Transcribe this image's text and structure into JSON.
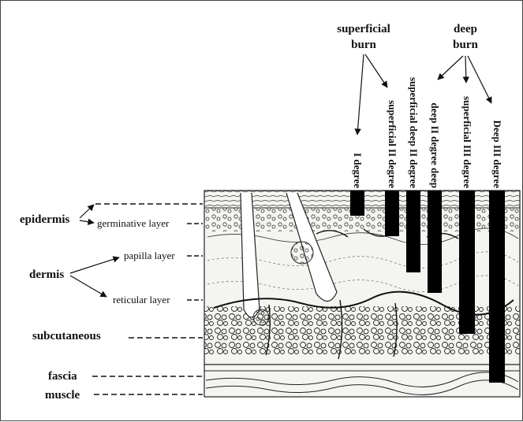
{
  "labels": {
    "epidermis": "epidermis",
    "germinative_layer": "germinative layer",
    "dermis": "dermis",
    "papilla_layer": "papilla layer",
    "reticular_layer": "reticular layer",
    "subcutaneous": "subcutaneous",
    "fascia": "fascia",
    "muscle": "muscle"
  },
  "burn_groups": {
    "superficial": [
      "superficial",
      "burn"
    ],
    "deep": [
      "deep",
      "burn"
    ]
  },
  "burn_degrees": [
    {
      "label": "I degree",
      "depth": 1
    },
    {
      "label": "superficial II degree",
      "depth": 2
    },
    {
      "label": "superficial deep II degree",
      "depth": 3
    },
    {
      "label": "deep II degree deep",
      "depth": 4
    },
    {
      "label": "superficial III degree",
      "depth": 5
    },
    {
      "label": "Deep III degree",
      "depth": 6
    }
  ]
}
